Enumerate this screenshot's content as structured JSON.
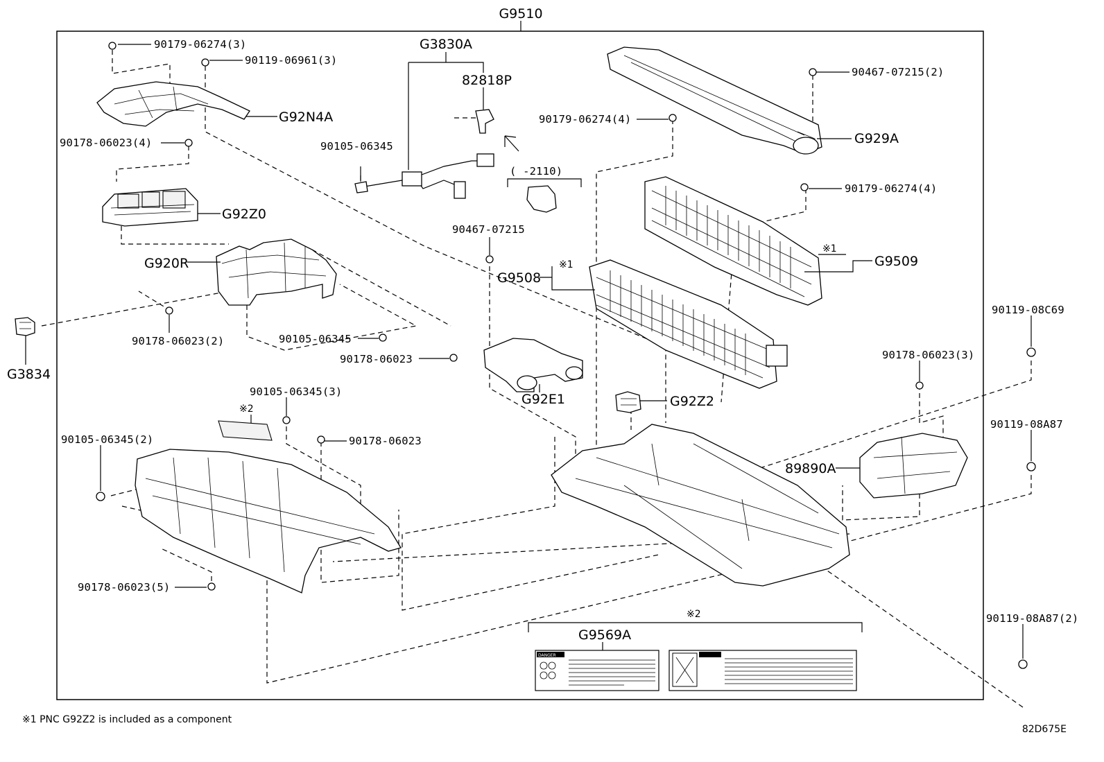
{
  "diagram": {
    "assembly_label": "G9510",
    "labels": {
      "g3830a": "G3830A",
      "p82818p": "82818P",
      "n90179_06274_3": "90179-06274(3)",
      "n90119_06961_3": "90119-06961(3)",
      "g92n4a": "G92N4A",
      "n90178_06023_4": "90178-06023(4)",
      "g92z0": "G92Z0",
      "n90105_06345_a": "90105-06345",
      "range": "(   -2110)",
      "n90467_07215_2": "90467-07215(2)",
      "n90179_06274_4a": "90179-06274(4)",
      "g929a": "G929A",
      "n90179_06274_4b": "90179-06274(4)",
      "n90467_07215": "90467-07215",
      "g9509": "G9509",
      "g9508": "G9508",
      "mark1a": "※1",
      "mark1b": "※1",
      "g920r": "G920R",
      "g3834": "G3834",
      "n90178_06023_2": "90178-06023(2)",
      "n90105_06345_b": "90105-06345",
      "n90178_06023_a": "90178-06023",
      "g92e1": "G92E1",
      "g92z2": "G92Z2",
      "n90119_08c69": "90119-08C69",
      "n90178_06023_3": "90178-06023(3)",
      "n90105_06345_3": "90105-06345(3)",
      "mark2a": "※2",
      "n90105_06345_2": "90105-06345(2)",
      "n90178_06023_b": "90178-06023",
      "n90119_08a87": "90119-08A87",
      "p89890a": "89890A",
      "n90178_06023_5": "90178-06023(5)",
      "mark2b": "※2",
      "g9569a": "G9569A",
      "n90119_08a87_2": "90119-08A87(2)"
    },
    "footnote": "※1 PNC G92Z2 is included as a component",
    "code": "82D675E",
    "warning_label_text": "DANGER"
  }
}
